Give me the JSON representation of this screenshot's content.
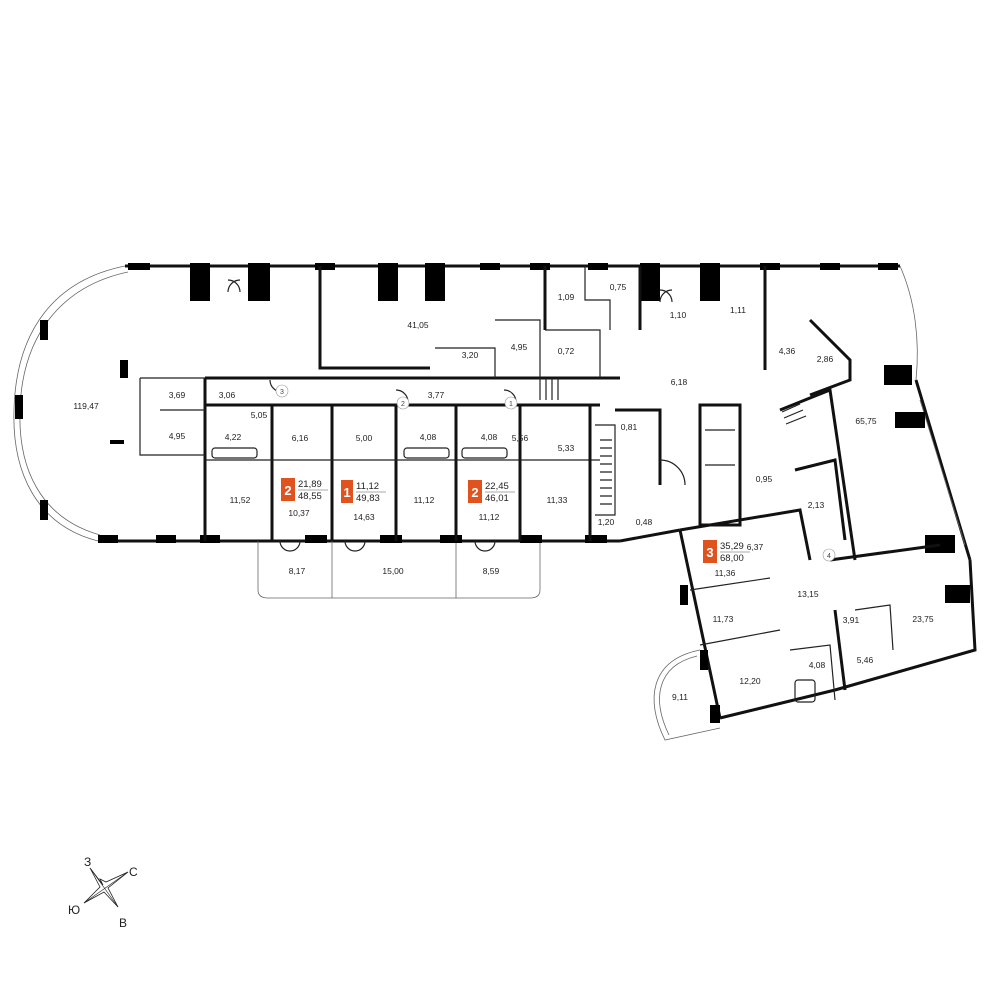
{
  "plan": {
    "room_areas": [
      "119,47",
      "41,05",
      "65,75",
      "3,69",
      "4,95",
      "3,06",
      "5,05",
      "4,22",
      "6,16",
      "3,77",
      "5,00",
      "4,08",
      "4,08",
      "5,56",
      "5,33",
      "0,81",
      "3,20",
      "4,95",
      "0,72",
      "1,09",
      "0,75",
      "1,10",
      "1,11",
      "6,18",
      "4,36",
      "2,86",
      "11,52",
      "10,37",
      "14,63",
      "11,12",
      "11,12",
      "11,33",
      "1,20",
      "0,48",
      "0,95",
      "2,13",
      "8,17",
      "15,00",
      "8,59",
      "6,37",
      "11,36",
      "13,15",
      "11,73",
      "3,91",
      "23,75",
      "5,46",
      "12,20",
      "4,08",
      "9,11"
    ],
    "door_numbers": [
      "3",
      "2",
      "1",
      "4"
    ],
    "apartments": [
      {
        "rooms": "2",
        "living": "21,89",
        "total": "48,55",
        "color": "#e0531f"
      },
      {
        "rooms": "1",
        "living": "11,12",
        "total": "49,83",
        "color": "#e0531f"
      },
      {
        "rooms": "2",
        "living": "22,45",
        "total": "46,01",
        "color": "#e0531f"
      },
      {
        "rooms": "3",
        "living": "35,29",
        "total": "68,00",
        "color": "#e0531f"
      }
    ]
  },
  "compass": {
    "west": "З",
    "north": "С",
    "south": "Ю",
    "east": "В"
  }
}
